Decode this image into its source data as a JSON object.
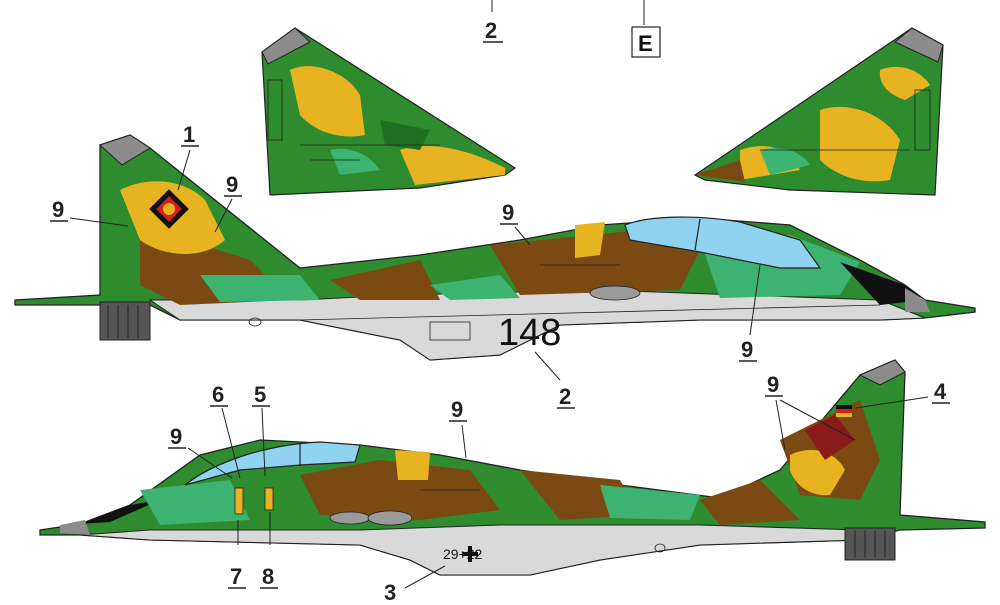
{
  "colors": {
    "camo_green": "#2e8b2e",
    "camo_dark_green": "#1f6f23",
    "camo_light_green": "#3cb371",
    "camo_brown": "#7b4a12",
    "camo_ochre": "#e8b321",
    "underside_grey": "#d9d9d9",
    "radome_grey": "#8c8c8c",
    "canopy_blue": "#8fd3f0",
    "outline": "#222222"
  },
  "labels": {
    "top_callout_2": "2",
    "box_letter": "E",
    "callout_1": "1",
    "callout_9_a": "9",
    "callout_9_b": "9",
    "callout_9_c": "9",
    "callout_9_d": "9",
    "serial_upper": "148",
    "callout_2_lower": "2",
    "callout_9_e": "9",
    "callout_6": "6",
    "callout_5": "5",
    "callout_9_f": "9",
    "callout_9_g": "9",
    "callout_4": "4",
    "serial_lower": "29+22",
    "callout_7": "7",
    "callout_8": "8",
    "callout_3": "3"
  },
  "icons": {
    "roundel_upper": "gdr-emblem-icon",
    "flag_lower": "german-flag-icon",
    "cross_lower": "iron-cross-icon"
  }
}
